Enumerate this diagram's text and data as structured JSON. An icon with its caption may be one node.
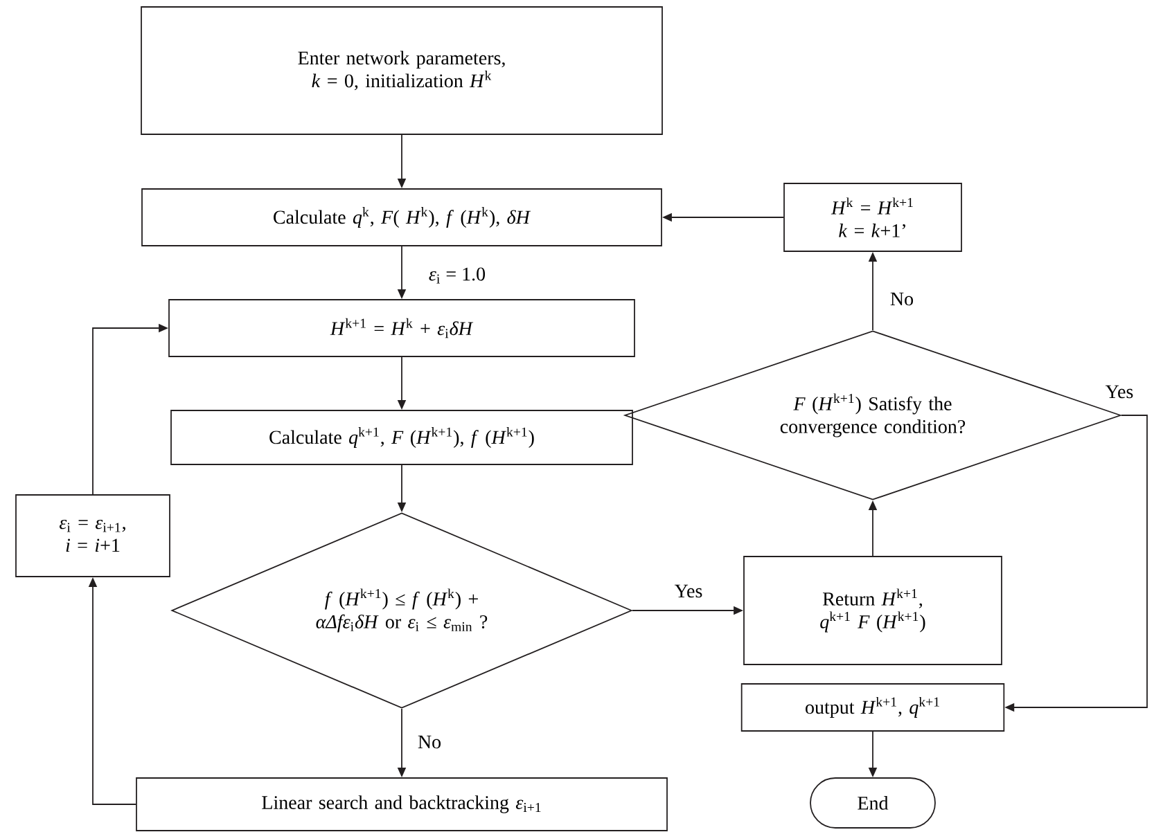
{
  "diagram": {
    "nodes": [
      {
        "text": [
          "Enter network parameters, *k* = 0, initialization *H*$^{k}$"
        ]
      },
      {
        "text": [
          "Calculate *q*$^{k}$, *F*( *H*$^{k}$), *f* (*H*$^{k}$), *δH*"
        ]
      },
      {
        "text": [
          "*H*$^{k+1}$ = *H*$^{k}$ + *ε*$_{i}$*δH*"
        ]
      },
      {
        "text": [
          "Calculate *q*$^{k+1}$, *F* (*H*$^{k+1}$), *f* (*H*$^{k+1}$)"
        ]
      },
      {
        "text": [
          "*f* (*H*$^{k+1}$) ≤ *f* (*H*$^{k}$) + *αΔfε*$_{i}$*δH* or *ε*$_{i}$ ≤ *ε*$_{min}$ ?"
        ]
      },
      {
        "text": [
          "Linear search and backtracking *ε*$_{i+1}$"
        ]
      },
      {
        "text": [
          "*ε*$_{i}$ = *ε*$_{i+1}$, *i* = *i*+1"
        ]
      },
      {
        "text": [
          "*H*$^{k}$ = *H*$^{k+1}$ *k* = *k*+1’"
        ]
      },
      {
        "text": [
          "*F* (*H*$^{k+1}$) Satisfy the convergence condition?"
        ]
      },
      {
        "text": [
          "Return *H*$^{k+1}$, *q*$^{k+1}$ *F* (*H*$^{k+1}$)"
        ]
      },
      {
        "text": [
          "output *H*$^{k+1}$, *q*$^{k+1}$"
        ]
      },
      {
        "text": [
          "End"
        ]
      }
    ],
    "edges": [
      {
        "from": 0,
        "to": 1,
        "arrow": "to"
      },
      {
        "from": 1,
        "to": 2,
        "arrow": "to",
        "label": "*ε*$_{i}$ = 1.0"
      },
      {
        "from": 2,
        "to": 3,
        "arrow": "to"
      },
      {
        "from": 3,
        "to": 4,
        "arrow": "to"
      },
      {
        "from": 4,
        "to": 9,
        "arrow": "to",
        "label": "Yes"
      },
      {
        "from": 4,
        "to": 5,
        "arrow": "to",
        "label": "No"
      },
      {
        "from": 5,
        "to": 6,
        "arrow": "to"
      },
      {
        "from": 6,
        "to": 2,
        "arrow": "to"
      },
      {
        "from": 9,
        "to": 8,
        "arrow": "to"
      },
      {
        "from": 8,
        "to": 7,
        "arrow": "to",
        "label": "No"
      },
      {
        "from": 7,
        "to": 1,
        "arrow": "to"
      },
      {
        "from": 8,
        "to": 10,
        "arrow": "to",
        "label": "Yes"
      },
      {
        "from": 10,
        "to": 11,
        "arrow": "to"
      }
    ]
  }
}
